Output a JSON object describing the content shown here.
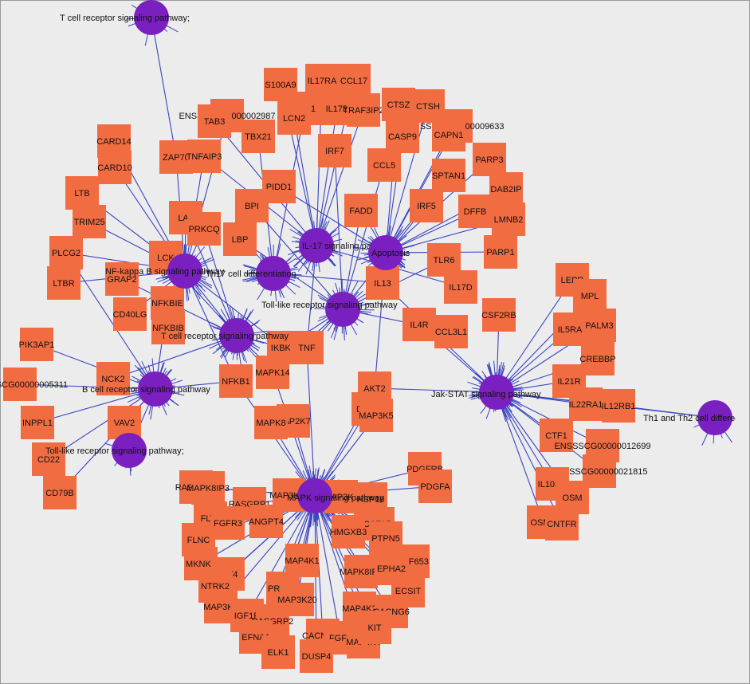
{
  "colors": {
    "gene": "#f26c42",
    "pathway": "#7a1fc0",
    "edge": "#3a43c0",
    "background": "#ececec"
  },
  "pathways": [
    {
      "id": "tcr_top",
      "label": "T cell receptor signaling pathway;"
    },
    {
      "id": "nfkb",
      "label": "NF-kappa B signaling pathway"
    },
    {
      "id": "th17",
      "label": "Th17 cell differentiation"
    },
    {
      "id": "il17",
      "label": "IL-17 signaling pathway"
    },
    {
      "id": "apop",
      "label": "Apoptosis"
    },
    {
      "id": "tlr",
      "label": "Toll-like receptor signaling pathway"
    },
    {
      "id": "tcr",
      "label": "T cell receptor signaling pathway"
    },
    {
      "id": "bcr",
      "label": "B cell receptor signaling pathway"
    },
    {
      "id": "tlr2",
      "label": "Toll-like receptor signaling pathway;"
    },
    {
      "id": "mapk",
      "label": "MAPK signaling pathway"
    },
    {
      "id": "jak",
      "label": "Jak-STAT signaling pathway"
    },
    {
      "id": "th1",
      "label": "Th1 and Th2 cell differe"
    }
  ],
  "genes": [
    {
      "label": "IL17RA",
      "p": [
        "il17"
      ]
    },
    {
      "label": "CCL17",
      "p": [
        "il17"
      ]
    },
    {
      "label": "S100A9",
      "p": [
        "il17"
      ]
    },
    {
      "label": "DLL1",
      "p": [
        "th17"
      ]
    },
    {
      "label": "LCN2",
      "p": [
        "il17"
      ]
    },
    {
      "label": "IL17B",
      "p": [
        "il17"
      ]
    },
    {
      "label": "TRAF3IP2",
      "p": [
        "il17"
      ]
    },
    {
      "label": "CTSZ",
      "p": [
        "apop"
      ]
    },
    {
      "label": "CTSH",
      "p": [
        "apop"
      ]
    },
    {
      "label": "ENSSSCG00000002987",
      "p": [
        "nfkb"
      ]
    },
    {
      "label": "TAB3",
      "p": [
        "il17"
      ]
    },
    {
      "label": "TBX21",
      "p": [
        "th17"
      ]
    },
    {
      "label": "ENSSSCG00000009633",
      "p": [
        "apop"
      ]
    },
    {
      "label": "CASP9",
      "p": [
        "apop"
      ]
    },
    {
      "label": "CAPN1",
      "p": [
        "apop"
      ]
    },
    {
      "label": "CARD14",
      "p": [
        "nfkb"
      ]
    },
    {
      "label": "ZAP70",
      "p": [
        "tcr_top",
        "nfkb"
      ]
    },
    {
      "label": "TNFAIP3",
      "p": [
        "nfkb",
        "il17"
      ]
    },
    {
      "label": "IRF7",
      "p": [
        "tlr"
      ]
    },
    {
      "label": "PARP3",
      "p": [
        "apop"
      ]
    },
    {
      "label": "CARD10",
      "p": [
        "nfkb"
      ]
    },
    {
      "label": "CCL5",
      "p": [
        "tlr"
      ]
    },
    {
      "label": "SPTAN1",
      "p": [
        "apop"
      ]
    },
    {
      "label": "DAB2IP",
      "p": [
        "apop"
      ]
    },
    {
      "label": "PIDD1",
      "p": [
        "apop"
      ]
    },
    {
      "label": "LTB",
      "p": [
        "nfkb"
      ]
    },
    {
      "label": "BPI",
      "p": [
        "tlr"
      ]
    },
    {
      "label": "FADD",
      "p": [
        "apop",
        "tlr"
      ]
    },
    {
      "label": "IRF5",
      "p": [
        "tlr"
      ]
    },
    {
      "label": "DFFB",
      "p": [
        "apop"
      ]
    },
    {
      "label": "LMNB2",
      "p": [
        "apop"
      ]
    },
    {
      "label": "TRIM25",
      "p": [
        "nfkb"
      ]
    },
    {
      "label": "LAT",
      "p": [
        "nfkb",
        "tcr"
      ]
    },
    {
      "label": "PRKCQ",
      "p": [
        "nfkb",
        "tcr"
      ]
    },
    {
      "label": "LBP",
      "p": [
        "tlr"
      ]
    },
    {
      "label": "LCK",
      "p": [
        "nfkb",
        "tcr"
      ]
    },
    {
      "label": "PLCG2",
      "p": [
        "nfkb",
        "bcr"
      ]
    },
    {
      "label": "PARP1",
      "p": [
        "apop"
      ]
    },
    {
      "label": "TLR6",
      "p": [
        "tlr"
      ]
    },
    {
      "label": "IL13",
      "p": [
        "th17",
        "jak"
      ]
    },
    {
      "label": "IL17D",
      "p": [
        "il17"
      ]
    },
    {
      "label": "LTBR",
      "p": [
        "nfkb"
      ]
    },
    {
      "label": "GRAP2",
      "p": [
        "tcr"
      ]
    },
    {
      "label": "CD40LG",
      "p": [
        "nfkb"
      ]
    },
    {
      "label": "NFKBIE",
      "p": [
        "nfkb",
        "bcr"
      ]
    },
    {
      "label": "CSF2RB",
      "p": [
        "jak"
      ]
    },
    {
      "label": "IL4R",
      "p": [
        "jak"
      ]
    },
    {
      "label": "CCL3L1",
      "p": [
        "tlr"
      ]
    },
    {
      "label": "NFKBIB",
      "p": [
        "nfkb"
      ]
    },
    {
      "label": "PIK3AP1",
      "p": [
        "bcr"
      ]
    },
    {
      "label": "IKBKB",
      "p": [
        "nfkb",
        "tcr",
        "tlr"
      ]
    },
    {
      "label": "TNF",
      "p": [
        "tlr",
        "il17",
        "mapk"
      ]
    },
    {
      "label": "MAPK14",
      "p": [
        "mapk",
        "tlr"
      ]
    },
    {
      "label": "NCK2",
      "p": [
        "tcr"
      ]
    },
    {
      "label": "ENSSSCG00000005311",
      "p": [
        "bcr"
      ]
    },
    {
      "label": "NFKB1",
      "p": [
        "nfkb",
        "bcr",
        "mapk"
      ]
    },
    {
      "label": "AKT2",
      "p": [
        "jak",
        "apop",
        "mapk"
      ]
    },
    {
      "label": "INPPL1",
      "p": [
        "bcr"
      ]
    },
    {
      "label": "VAV2",
      "p": [
        "bcr"
      ]
    },
    {
      "label": "DAXX",
      "p": [
        "mapk"
      ]
    },
    {
      "label": "MAP3K5",
      "p": [
        "mapk"
      ]
    },
    {
      "label": "MAP2K7",
      "p": [
        "mapk"
      ]
    },
    {
      "label": "MAPK8",
      "p": [
        "mapk"
      ]
    },
    {
      "label": "CD22",
      "p": [
        "bcr"
      ]
    },
    {
      "label": "CD79B",
      "p": [
        "bcr"
      ]
    },
    {
      "label": "PDGFRB",
      "p": [
        "mapk"
      ]
    },
    {
      "label": "PDGFA",
      "p": [
        "mapk"
      ]
    },
    {
      "label": "RASGRP2",
      "p": [
        "mapk"
      ]
    },
    {
      "label": "MAPK8IP3",
      "p": [
        "mapk"
      ]
    },
    {
      "label": "MAP3K12",
      "p": [
        "mapk"
      ]
    },
    {
      "label": "MAP3K6",
      "p": [
        "mapk"
      ]
    },
    {
      "label": "RASGRP1",
      "p": [
        "mapk"
      ]
    },
    {
      "label": "HSP10",
      "p": [
        "mapk"
      ]
    },
    {
      "label": "FLT1",
      "p": [
        "mapk"
      ]
    },
    {
      "label": "CSF1R",
      "p": [
        "mapk"
      ]
    },
    {
      "label": "FLNC",
      "p": [
        "mapk"
      ]
    },
    {
      "label": "FGFR3",
      "p": [
        "mapk"
      ]
    },
    {
      "label": "ANGPT4",
      "p": [
        "mapk"
      ]
    },
    {
      "label": "HMGXB3",
      "p": [
        "mapk"
      ]
    },
    {
      "label": "PTPN5",
      "p": [
        "mapk"
      ]
    },
    {
      "label": "ZNF653",
      "p": [
        "mapk"
      ]
    },
    {
      "label": "MKNK1",
      "p": [
        "mapk"
      ]
    },
    {
      "label": "MAP4K1",
      "p": [
        "mapk"
      ]
    },
    {
      "label": "FLT4",
      "p": [
        "mapk"
      ]
    },
    {
      "label": "MAPK8IP1",
      "p": [
        "mapk"
      ]
    },
    {
      "label": "EPHA2",
      "p": [
        "mapk"
      ]
    },
    {
      "label": "NTRK2",
      "p": [
        "mapk"
      ]
    },
    {
      "label": "PRKCA",
      "p": [
        "mapk"
      ]
    },
    {
      "label": "ECSIT",
      "p": [
        "mapk"
      ]
    },
    {
      "label": "MAP3K4",
      "p": [
        "mapk"
      ]
    },
    {
      "label": "MAP3K20",
      "p": [
        "mapk"
      ]
    },
    {
      "label": "MAP4K2",
      "p": [
        "mapk"
      ]
    },
    {
      "label": "CACNG6",
      "p": [
        "mapk"
      ]
    },
    {
      "label": "IGF1R",
      "p": [
        "mapk"
      ]
    },
    {
      "label": "RASGRP2",
      "p": [
        "mapk"
      ]
    },
    {
      "label": "EFNA1",
      "p": [
        "mapk"
      ]
    },
    {
      "label": "CACNA1E",
      "p": [
        "mapk"
      ]
    },
    {
      "label": "FGF4",
      "p": [
        "mapk"
      ]
    },
    {
      "label": "MAP4K4",
      "p": [
        "mapk"
      ]
    },
    {
      "label": "KIT",
      "p": [
        "mapk"
      ]
    },
    {
      "label": "ELK1",
      "p": [
        "mapk"
      ]
    },
    {
      "label": "DUSP4",
      "p": [
        "mapk"
      ]
    },
    {
      "label": "LEPR",
      "p": [
        "jak"
      ]
    },
    {
      "label": "MPL",
      "p": [
        "jak"
      ]
    },
    {
      "label": "IL5RA",
      "p": [
        "jak"
      ]
    },
    {
      "label": "PALM3",
      "p": [
        "jak"
      ]
    },
    {
      "label": "CREBBP",
      "p": [
        "jak"
      ]
    },
    {
      "label": "IL21R",
      "p": [
        "jak"
      ]
    },
    {
      "label": "IL22RA1",
      "p": [
        "jak"
      ]
    },
    {
      "label": "IL12RB1",
      "p": [
        "jak",
        "th1"
      ]
    },
    {
      "label": "CTF1",
      "p": [
        "jak"
      ]
    },
    {
      "label": "ENSSSCG00000012699",
      "p": [
        "jak"
      ]
    },
    {
      "label": "ENSSSCG00000021815",
      "p": [
        "jak"
      ]
    },
    {
      "label": "IL10RA",
      "p": [
        "jak"
      ]
    },
    {
      "label": "OSM",
      "p": [
        "jak"
      ]
    },
    {
      "label": "OSMR",
      "p": [
        "jak"
      ]
    },
    {
      "label": "CNTFR",
      "p": [
        "jak"
      ]
    }
  ]
}
